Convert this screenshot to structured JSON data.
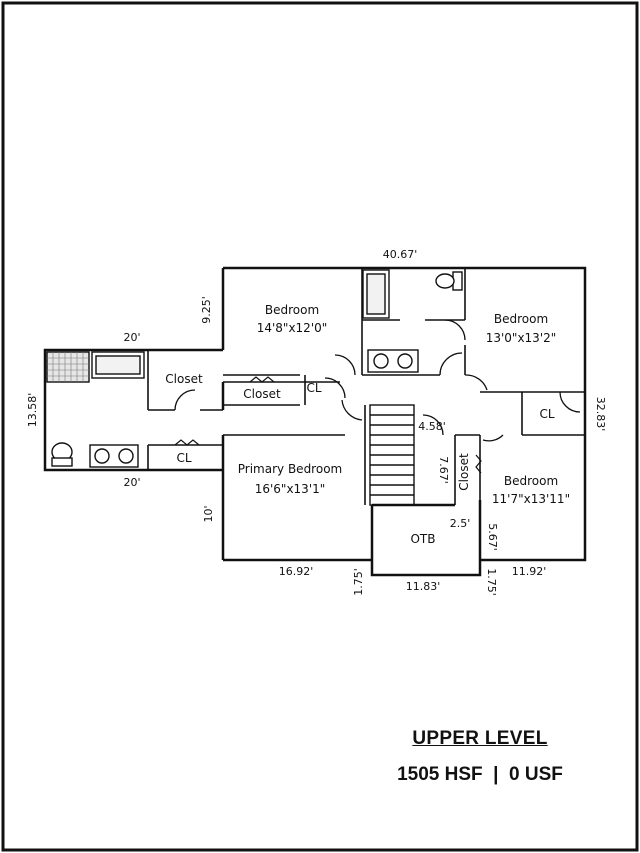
{
  "rooms": {
    "bedroom_nw": {
      "name": "Bedroom",
      "size": "14'8\"x12'0\""
    },
    "bedroom_ne": {
      "name": "Bedroom",
      "size": "13'0\"x13'2\""
    },
    "primary": {
      "name": "Primary Bedroom",
      "size": "16'6\"x13'1\""
    },
    "bedroom_se": {
      "name": "Bedroom",
      "size": "11'7\"x13'11\""
    },
    "closet_primary": "Closet",
    "closet_hall": "Closet",
    "closet_vertical": "Closet",
    "cl_hall": "CL",
    "cl_east": "CL",
    "cl_primary": "CL",
    "otb": "OTB"
  },
  "dimensions": {
    "top": "40.67'",
    "top_left": "9.25'",
    "wing_top": "20'",
    "wing_left": "13.58'",
    "wing_bottom": "20'",
    "primary_left": "10'",
    "right": "32.83'",
    "stair": "4.58'",
    "bottom_left": "16.92'",
    "bottom_right": "11.92'",
    "otb_left": "1.75'",
    "otb_bottom": "11.83'",
    "otb_right": "1.75'",
    "closet_a": "7.67'",
    "closet_b": "2.5'",
    "closet_c": "5.67'"
  },
  "title": {
    "level": "UPPER LEVEL",
    "summary": "1505 HSF  |  0 USF"
  }
}
